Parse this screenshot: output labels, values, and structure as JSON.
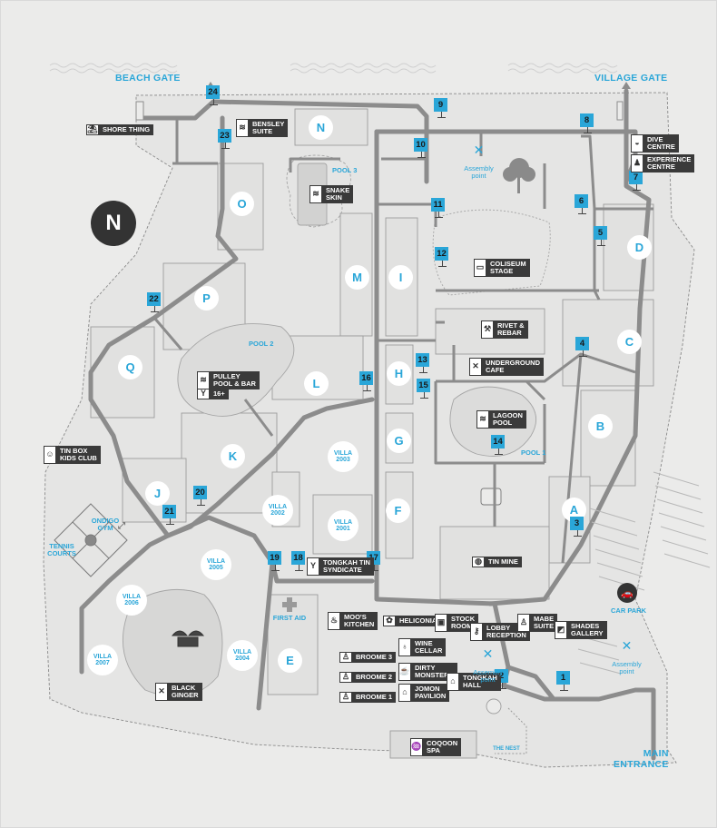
{
  "gates": {
    "beach_gate": "BEACH GATE",
    "village_gate": "VILLAGE GATE",
    "main_entrance": "MAIN\nENTRANCE"
  },
  "north_symbol": "N",
  "zones": [
    {
      "id": "z-n",
      "label": "N"
    },
    {
      "id": "z-o",
      "label": "O"
    },
    {
      "id": "z-m",
      "label": "M"
    },
    {
      "id": "z-i",
      "label": "I"
    },
    {
      "id": "z-d",
      "label": "D"
    },
    {
      "id": "z-p",
      "label": "P"
    },
    {
      "id": "z-c",
      "label": "C"
    },
    {
      "id": "z-q",
      "label": "Q"
    },
    {
      "id": "z-l",
      "label": "L"
    },
    {
      "id": "z-h",
      "label": "H"
    },
    {
      "id": "z-b",
      "label": "B"
    },
    {
      "id": "z-g",
      "label": "G"
    },
    {
      "id": "z-k",
      "label": "K"
    },
    {
      "id": "z-j",
      "label": "J"
    },
    {
      "id": "z-a",
      "label": "A"
    },
    {
      "id": "z-f",
      "label": "F"
    },
    {
      "id": "z-e",
      "label": "E"
    }
  ],
  "villas": [
    {
      "id": "v2003",
      "label": "VILLA\n2003"
    },
    {
      "id": "v2002",
      "label": "VILLA\n2002"
    },
    {
      "id": "v2001",
      "label": "VILLA\n2001"
    },
    {
      "id": "v2005",
      "label": "VILLA\n2005"
    },
    {
      "id": "v2006",
      "label": "VILLA\n2006"
    },
    {
      "id": "v2004",
      "label": "VILLA\n2004"
    },
    {
      "id": "v2007",
      "label": "VILLA\n2007"
    }
  ],
  "markers": [
    "24",
    "9",
    "8",
    "23",
    "10",
    "7",
    "6",
    "11",
    "5",
    "12",
    "22",
    "4",
    "13",
    "16",
    "15",
    "14",
    "20",
    "3",
    "21",
    "19",
    "18",
    "17",
    "2",
    "1"
  ],
  "places": [
    {
      "id": "shore-thing",
      "icon": "umbrella-icon",
      "glyph": "⛱",
      "label": "SHORE THING"
    },
    {
      "id": "bensley-suite",
      "icon": "waves-icon",
      "glyph": "≋",
      "label": "BENSLEY\nSUITE"
    },
    {
      "id": "dive-centre",
      "icon": "diver-icon",
      "glyph": "◒",
      "label": "DIVE\nCENTRE"
    },
    {
      "id": "experience-centre",
      "icon": "people-icon",
      "glyph": "♟",
      "label": "EXPERIENCE\nCENTRE"
    },
    {
      "id": "snake-skin",
      "icon": "waves-icon",
      "glyph": "≋",
      "label": "SNAKE\nSKIN"
    },
    {
      "id": "coliseum-stage",
      "icon": "stage-icon",
      "glyph": "▭",
      "label": "COLISEUM\nSTAGE"
    },
    {
      "id": "rivet-rebar",
      "icon": "hammer-icon",
      "glyph": "⚒",
      "label": "RIVET &\nREBAR"
    },
    {
      "id": "underground-cafe",
      "icon": "cutlery-icon",
      "glyph": "✕",
      "label": "UNDERGROUND\nCAFE"
    },
    {
      "id": "pulley-pool-bar",
      "icon": "waves-icon",
      "glyph": "≋",
      "label": "PULLEY\nPOOL & BAR"
    },
    {
      "id": "adults-16",
      "icon": "cocktail-icon",
      "glyph": "Y",
      "label": "16+"
    },
    {
      "id": "lagoon-pool",
      "icon": "waves-icon",
      "glyph": "≋",
      "label": "LAGOON\nPOOL"
    },
    {
      "id": "tin-box-kids-club",
      "icon": "kids-icon",
      "glyph": "☺",
      "label": "TIN BOX\nKIDS CLUB"
    },
    {
      "id": "tin-mine",
      "icon": "tin-mine-icon",
      "glyph": "◍",
      "label": "TIN MINE"
    },
    {
      "id": "tongkah-tin-syndicate",
      "icon": "cocktail-icon",
      "glyph": "Y",
      "label": "TONGKAH TIN\nSYNDICATE"
    },
    {
      "id": "moos-kitchen",
      "icon": "chef-icon",
      "glyph": "♨",
      "label": "MOO'S\nKITCHEN"
    },
    {
      "id": "heliconia",
      "icon": "flower-icon",
      "glyph": "✿",
      "label": "HELICONIA"
    },
    {
      "id": "stock-room",
      "icon": "bag-icon",
      "glyph": "▣",
      "label": "STOCK\nROOM"
    },
    {
      "id": "lobby-reception",
      "icon": "key-icon",
      "glyph": "⚷",
      "label": "LOBBY\nRECEPTION"
    },
    {
      "id": "mabe-suite",
      "icon": "person-icon",
      "glyph": "♙",
      "label": "MABE\nSUITE"
    },
    {
      "id": "shades-gallery",
      "icon": "gallery-icon",
      "glyph": "◩",
      "label": "SHADES\nGALLERY"
    },
    {
      "id": "wine-cellar",
      "icon": "wine-icon",
      "glyph": "♁",
      "label": "WINE\nCELLAR"
    },
    {
      "id": "broome-3",
      "icon": "person-icon",
      "glyph": "♙",
      "label": "BROOME 3"
    },
    {
      "id": "dirty-monstera",
      "icon": "coffee-icon",
      "glyph": "☕",
      "label": "DIRTY\nMONSTERA"
    },
    {
      "id": "broome-2",
      "icon": "person-icon",
      "glyph": "♙",
      "label": "BROOME 2"
    },
    {
      "id": "jomon-pavilion",
      "icon": "pavilion-icon",
      "glyph": "⌂",
      "label": "JOMON\nPAVILION"
    },
    {
      "id": "tongkah-hall",
      "icon": "hall-icon",
      "glyph": "⌂",
      "label": "TONGKAH\nHALL"
    },
    {
      "id": "broome-1",
      "icon": "person-icon",
      "glyph": "♙",
      "label": "BROOME 1"
    },
    {
      "id": "black-ginger",
      "icon": "cutlery-icon",
      "glyph": "✕",
      "label": "BLACK\nGINGER"
    },
    {
      "id": "coqoon-spa",
      "icon": "spa-icon",
      "glyph": "♒",
      "label": "COQOON\nSPA"
    }
  ],
  "pools": {
    "pool3": "POOL 3",
    "pool2": "POOL 2",
    "pool1": "POOL 1"
  },
  "assembly_point": "Assembly\npoint",
  "ondigo_gym": "ONDIGO\nGYM",
  "tennis_courts": "TENNIS\nCOURTS",
  "first_aid": "FIRST AID",
  "car_park": "CAR PARK",
  "the_nest": "THE NEST",
  "colors": {
    "accent": "#2aa6d8",
    "road": "#8a8a8a",
    "dark": "#3a3a3a",
    "background": "#ebebea"
  }
}
